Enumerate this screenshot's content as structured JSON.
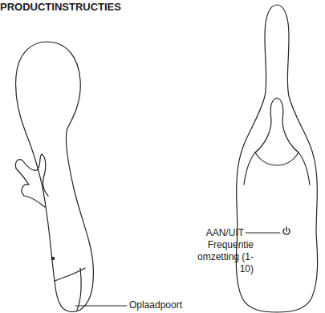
{
  "diagram": {
    "title": "PRODUCTINSTRUCTIES",
    "labels": [
      "Oplaadpoort",
      "AAN/UIT",
      "Frequentie omzetting (1-10)"
    ]
  }
}
